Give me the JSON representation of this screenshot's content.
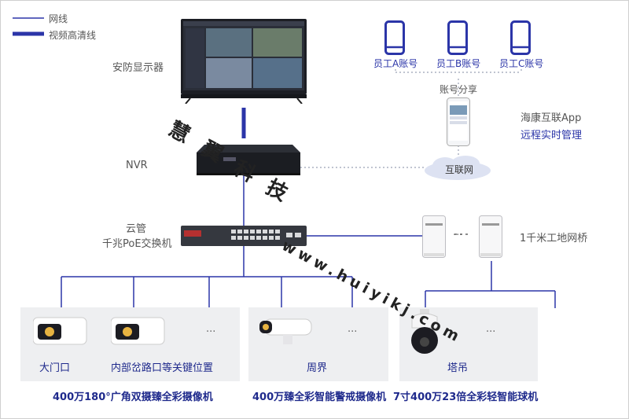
{
  "legend": {
    "network": "网线",
    "hd_video": "视频高清线"
  },
  "devices": {
    "monitor": "安防显示器",
    "nvr": "NVR",
    "switch_line1": "云管",
    "switch_line2": "千兆PoE交换机",
    "bridge": "1千米工地网桥",
    "internet": "互联网",
    "share": "账号分享",
    "app_line1": "海康互联App",
    "app_line2": "远程实时管理"
  },
  "accounts": [
    "员工A账号",
    "员工B账号",
    "员工C账号"
  ],
  "groups": [
    {
      "labels": [
        "大门口",
        "内部岔路口等关键位置"
      ],
      "ellipsis": "...",
      "caption": "400万180°广角双摄臻全彩摄像机"
    },
    {
      "labels": [
        "周界"
      ],
      "ellipsis": "...",
      "caption": "400万臻全彩智能警戒摄像机"
    },
    {
      "labels": [
        "塔吊"
      ],
      "ellipsis": "...",
      "caption": "7寸400万23倍全彩轻智能球机"
    }
  ],
  "bridge_dots": "...",
  "watermark": {
    "chars": [
      "慧",
      "翼",
      "科",
      "技"
    ],
    "url": "www.huiyikj.com"
  },
  "colors": {
    "accent": "#2b35a8",
    "panel": "#eeeff1",
    "line": "#2b35a8"
  }
}
